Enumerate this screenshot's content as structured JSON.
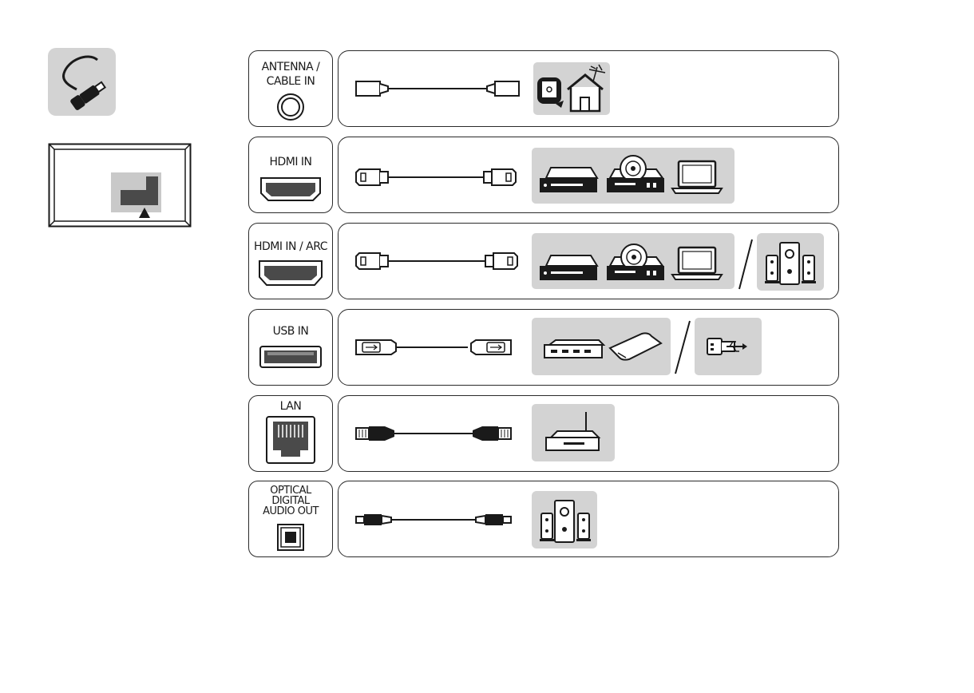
{
  "ports": {
    "antenna": {
      "label_line1": "ANTENNA /",
      "label_line2": "CABLE IN"
    },
    "hdmi": {
      "label": "HDMI IN"
    },
    "hdmi_arc": {
      "label": "HDMI IN / ARC"
    },
    "usb": {
      "label": "USB IN"
    },
    "lan": {
      "label": "LAN"
    },
    "optical": {
      "label_line1": "OPTICAL",
      "label_line2": "DIGITAL",
      "label_line3": "AUDIO OUT"
    }
  },
  "colors": {
    "tile_gray": "#d3d3d3",
    "ink": "#1a1a1a",
    "port_dark": "#4a4a4a"
  },
  "icons": {
    "cable": "cable-icon",
    "tv": "tv-back-icon",
    "antenna": "antenna-house-icon",
    "player": "blu-ray-player-icon",
    "dvd": "dvd-player-icon",
    "laptop": "laptop-icon",
    "speakers": "speaker-system-icon",
    "hdd": "external-hdd-icon",
    "usb": "usb-stick-icon",
    "router": "router-icon"
  }
}
